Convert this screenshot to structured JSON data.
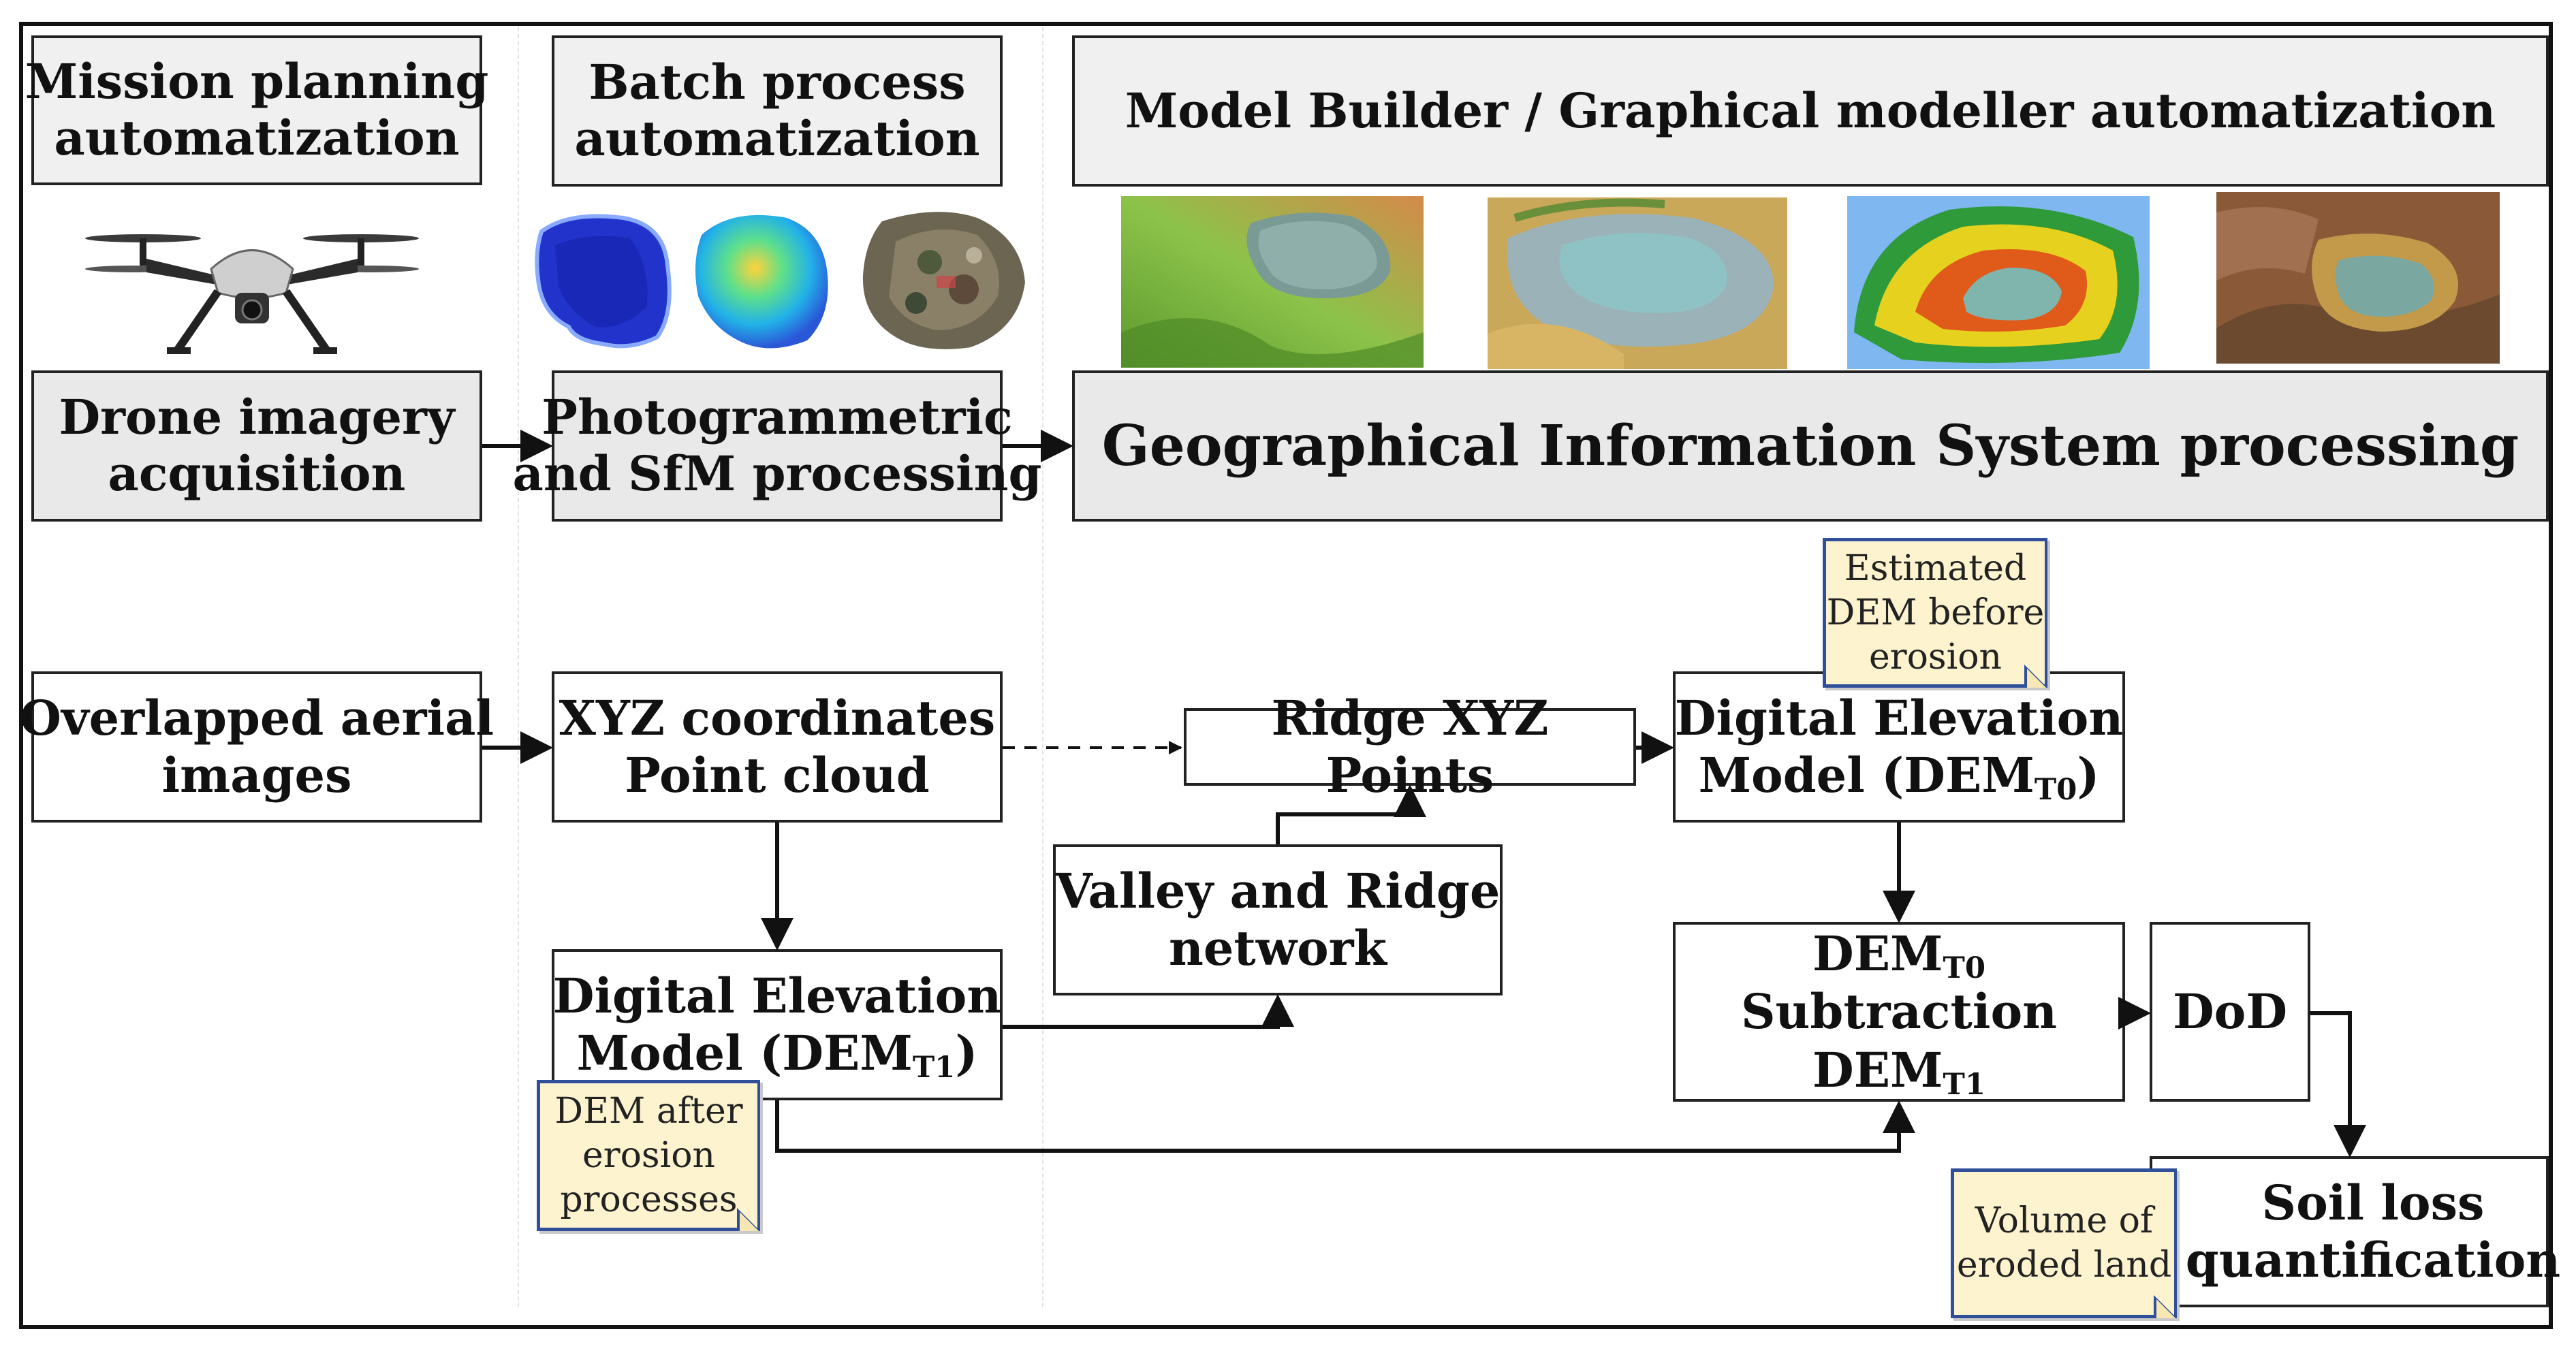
{
  "top_row": {
    "mission_planning": [
      "Mission planning",
      "automatization"
    ],
    "batch_process": [
      "Batch process",
      "automatization"
    ],
    "model_builder": "Model Builder / Graphical modeller automatization"
  },
  "process_row": {
    "drone_imagery": [
      "Drone imagery",
      "acquisition"
    ],
    "photogrammetric": [
      "Photogrammetric",
      "and SfM processing"
    ],
    "gis_processing": "Geographical Information System processing"
  },
  "flow": {
    "overlapped": [
      "Overlapped aerial",
      "images"
    ],
    "xyz": [
      "XYZ coordinates",
      "Point cloud"
    ],
    "ridge_points": "Ridge XYZ Points",
    "valley_ridge": [
      "Valley and Ridge",
      "network"
    ],
    "dem_t0": {
      "line1": "Digital Elevation",
      "prefix": "Model (DEM",
      "sub": "T0",
      "suffix": ")"
    },
    "dem_t1": {
      "line1": "Digital Elevation",
      "prefix": "Model (DEM",
      "sub": "T1",
      "suffix": ")"
    },
    "subtraction": {
      "top": "DEM",
      "top_sub": "T0",
      "middle": "Subtraction",
      "bottom": "DEM",
      "bottom_sub": "T1"
    },
    "dod": "DoD",
    "soil_loss": [
      "Soil loss",
      "quantification"
    ]
  },
  "notes": {
    "estimated_dem": [
      "Estimated",
      "DEM before",
      "erosion"
    ],
    "dem_after": [
      "DEM after",
      "erosion",
      "processes"
    ],
    "volume": [
      "Volume of",
      "eroded land"
    ]
  },
  "colors": {
    "note_fill": "#fdf3cf",
    "note_border": "#2f4f9a",
    "top_box_fill": "#f0f0f0",
    "grey_box_fill": "#e9e9e9"
  },
  "icons": [
    "drone-icon",
    "point-cloud-density-icon",
    "point-cloud-height-icon",
    "orthomosaic-icon",
    "terrain-slope-render",
    "terrain-hillshade-render",
    "terrain-elevation-render",
    "terrain-erosion-render"
  ]
}
